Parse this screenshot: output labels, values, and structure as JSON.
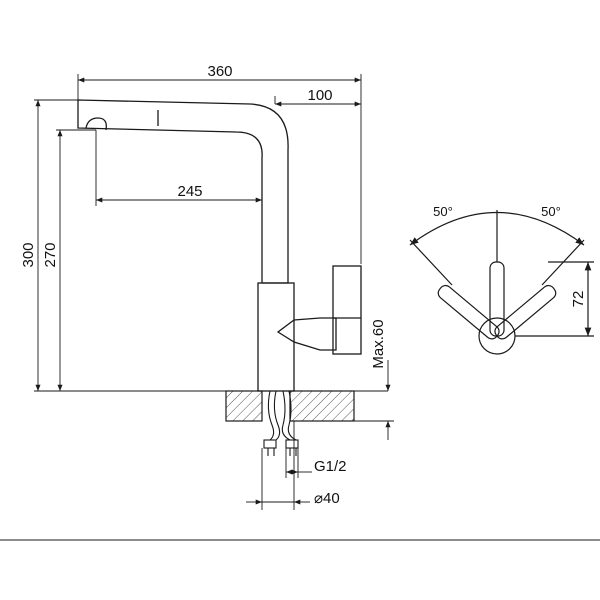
{
  "colors": {
    "line": "#1a1a1a",
    "hatch": "#333333",
    "background": "#ffffff"
  },
  "dimensions": {
    "total_reach": "360",
    "handle_offset": "100",
    "spout_reach": "245",
    "total_height": "300",
    "spout_height": "270",
    "max_deck_thickness": "Max.60",
    "connection_thread": "G1/2",
    "base_diameter": "⌀40",
    "angle_left": "50°",
    "angle_right": "50°",
    "handle_lever_height": "72"
  }
}
